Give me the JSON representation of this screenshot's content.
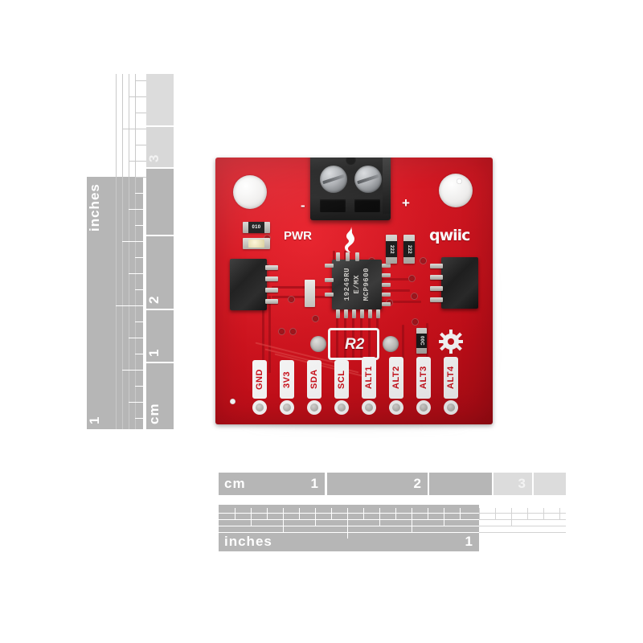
{
  "scene": {
    "background_color": "#ffffff",
    "subject": "SparkFun Qwiic Thermocouple breakout board product photo with measurement rulers"
  },
  "left_ruler": {
    "cm_label": "cm",
    "inches_label": "inches",
    "cm_marks": [
      "1",
      "2",
      "3"
    ],
    "inches_marks": [
      "1"
    ],
    "color_dark": "#b6b6b6",
    "color_light": "#dcdcdc",
    "text_color": "#ffffff"
  },
  "bottom_ruler": {
    "cm_label": "cm",
    "inches_label": "inches",
    "cm_marks": [
      "1",
      "2",
      "3"
    ],
    "inches_marks": [
      "1"
    ],
    "color_dark": "#b6b6b6",
    "color_light": "#dcdcdc",
    "text_color": "#ffffff"
  },
  "board": {
    "solder_mask_color": "#d2111c",
    "silkscreen_color": "#ffffff",
    "power_label": "PWR",
    "resistor_silk_label": "R2",
    "qwiic_wordmark": "qwiic",
    "terminal_minus": "-",
    "terminal_plus": "+",
    "ic": {
      "line1": "MCP9600",
      "line2": "E/MX",
      "line3": "19249RU"
    },
    "passives": [
      {
        "name": "r010",
        "marking": "010"
      },
      {
        "name": "r222-a",
        "marking": "222"
      },
      {
        "name": "r222-b",
        "marking": "222"
      },
      {
        "name": "r00c",
        "marking": "00C"
      }
    ],
    "pin_labels": [
      "GND",
      "3V3",
      "SDA",
      "SCL",
      "ALT1",
      "ALT2",
      "ALT3",
      "ALT4"
    ]
  }
}
